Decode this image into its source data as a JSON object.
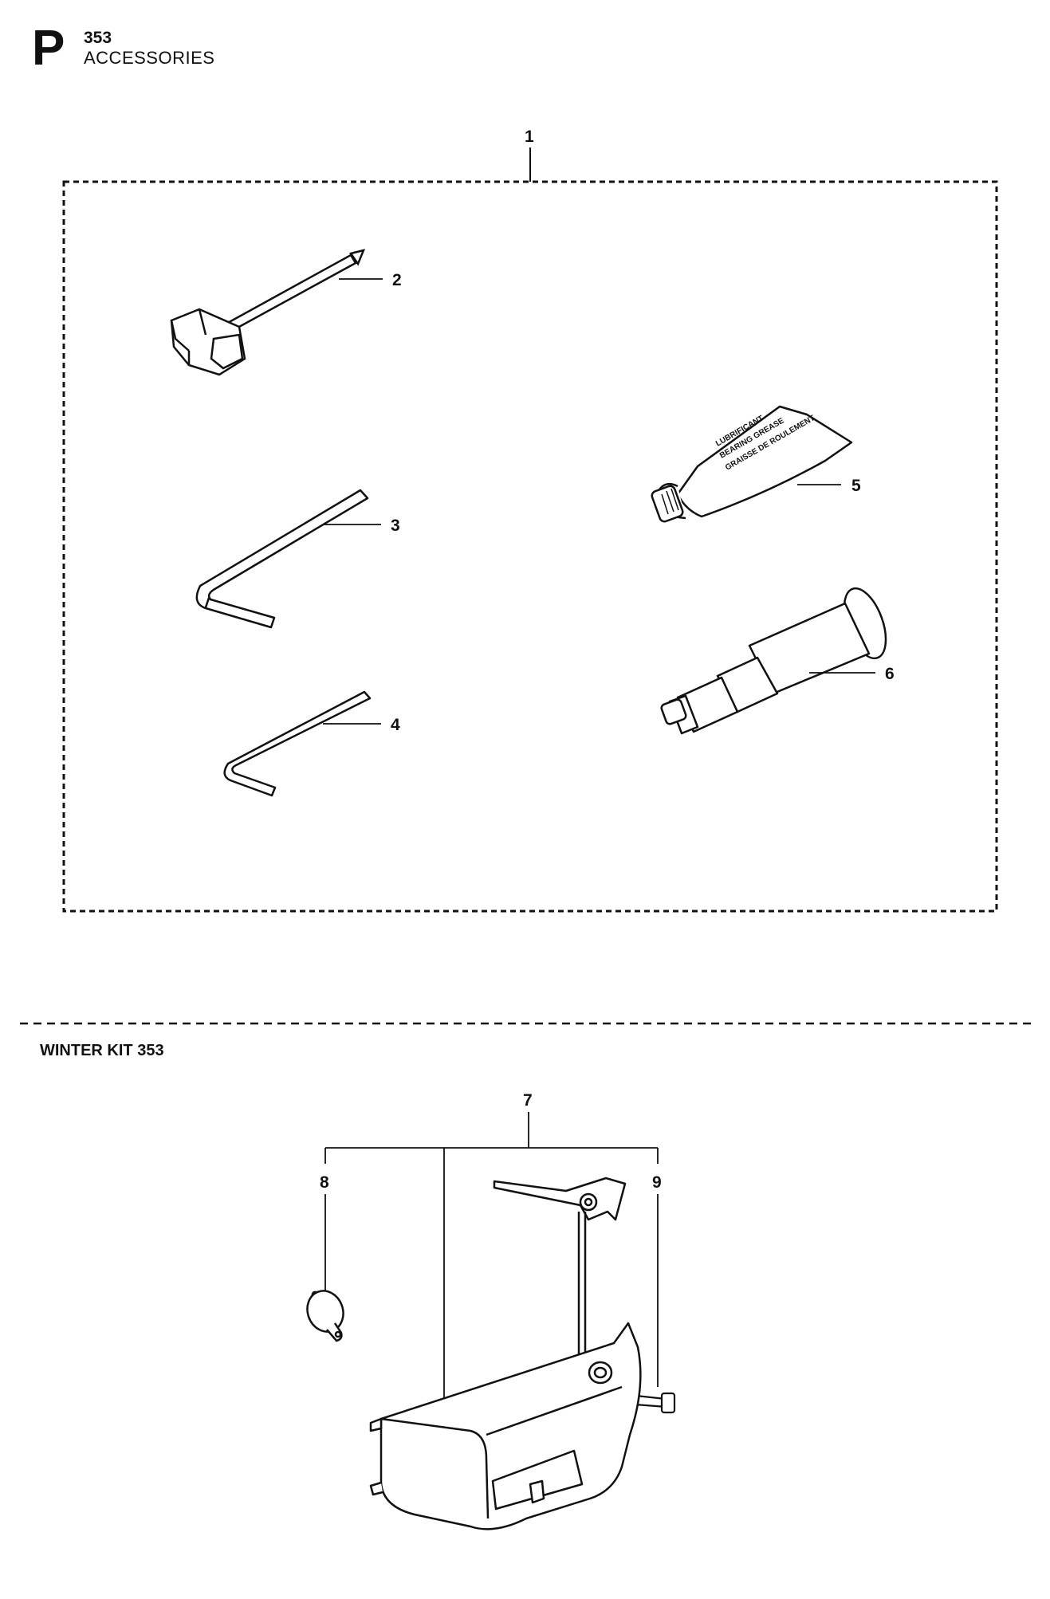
{
  "header": {
    "section_letter": "P",
    "model": "353",
    "title": "ACCESSORIES"
  },
  "winter_kit": {
    "title": "WINTER KIT 353"
  },
  "callouts": {
    "c1": "1",
    "c2": "2",
    "c3": "3",
    "c4": "4",
    "c5": "5",
    "c6": "6",
    "c7": "7",
    "c8": "8",
    "c9": "9"
  },
  "grease_tube": {
    "label_line1": "LUBRIFICANT",
    "label_line2": "BEARING GREASE",
    "label_line3": "GRAISSE DE ROULEMENT"
  },
  "colors": {
    "ink": "#111111",
    "paper": "#ffffff",
    "shade": "#d9d9d9"
  }
}
